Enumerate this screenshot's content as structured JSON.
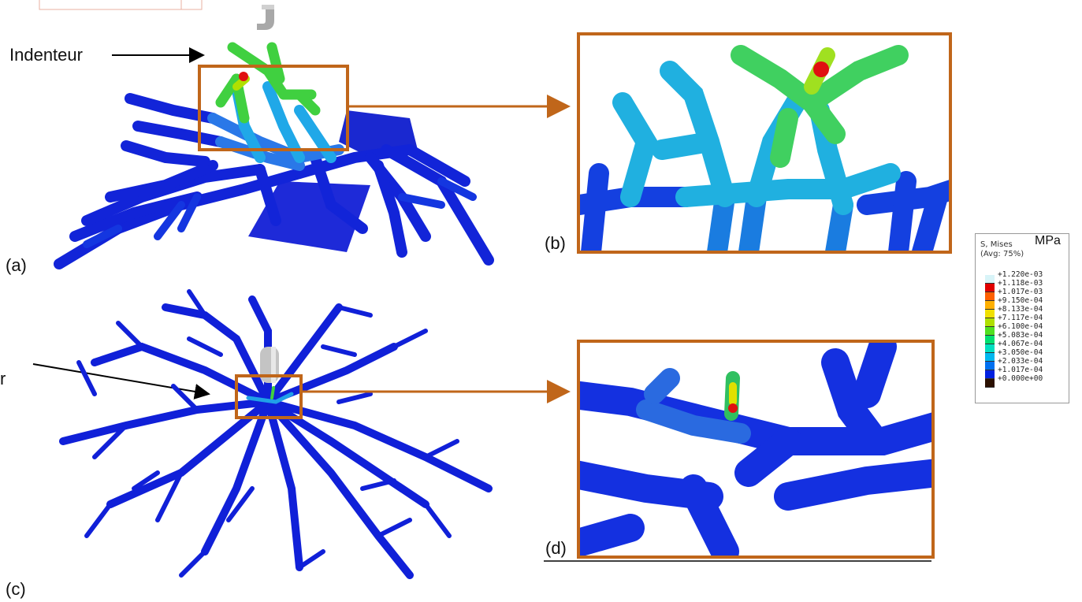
{
  "labels": {
    "indenteur": "Indenteur",
    "indenteur_cut": "r",
    "a": "(a)",
    "b": "(b)",
    "c": "(c)",
    "d": "(d)"
  },
  "legend": {
    "title_line1": "S, Mises",
    "title_line2": "(Avg: 75%)",
    "unit": "MPa",
    "values": [
      "+1.220e-03",
      "+1.118e-03",
      "+1.017e-03",
      "+9.150e-04",
      "+8.133e-04",
      "+7.117e-04",
      "+6.100e-04",
      "+5.083e-04",
      "+4.067e-04",
      "+3.050e-04",
      "+2.033e-04",
      "+1.017e-04",
      "+0.000e+00"
    ],
    "colors": [
      "#d8f4f8",
      "#e00000",
      "#ff6000",
      "#ffb000",
      "#f0e000",
      "#b0e000",
      "#50e020",
      "#00e070",
      "#00e0c0",
      "#00b8f0",
      "#0070f0",
      "#0020e0",
      "#2a1000"
    ]
  },
  "colors": {
    "highlight_box": "#c0661a",
    "vessel_blue": "#1020d8",
    "vessel_light": "#20a8e8",
    "vessel_green": "#40d040",
    "hot_red": "#e01010"
  }
}
